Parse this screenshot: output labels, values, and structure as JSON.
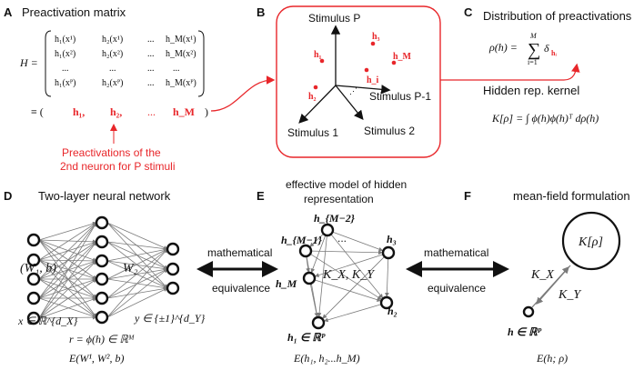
{
  "panels": {
    "A": {
      "letter": "A",
      "title": "Preactivation matrix",
      "H_eq": "H =",
      "row1": [
        "h₁(x¹)",
        "h₂(x¹)",
        "...",
        "h_M(x¹)"
      ],
      "row2": [
        "h₁(x²)",
        "h₂(x²)",
        "...",
        "h_M(x²)"
      ],
      "row3": [
        "...",
        "...",
        "...",
        "..."
      ],
      "row4": [
        "h₁(xᴾ)",
        "h₂(xᴾ)",
        "...",
        "h_M(xᴾ)"
      ],
      "equiv": "≡ (",
      "cols": [
        "h₁,",
        "h₂,",
        "...",
        "h_M"
      ],
      "close": ")",
      "note_line1": "Preactivations of the",
      "note_line2": "2nd neuron for P stimuli"
    },
    "B": {
      "letter": "B",
      "axis_P": "Stimulus P",
      "axis_P1": "Stimulus P-1",
      "axis_1": "Stimulus 1",
      "axis_2": "Stimulus 2",
      "points": [
        "h₁",
        "h₂",
        "h₃",
        "h_M",
        "h_i"
      ]
    },
    "C": {
      "letter": "C",
      "title": "Distribution of preactivations",
      "rho_lhs": "ρ(h) =",
      "rho_sum": "∑",
      "rho_top": "M",
      "rho_bottom": "i=1",
      "rho_delta": "δ",
      "rho_sub": "hᵢ",
      "kernel_title": "Hidden rep. kernel",
      "kernel_formula": "K[ρ] = ∫ ϕ(h)ϕ(h)ᵀ dρ(h)"
    },
    "D": {
      "letter": "D",
      "title": "Two-layer neural network",
      "W1b": "(W₁, b)",
      "W2": "W₂",
      "x_label": "x ∈ ℝ^{d_X}",
      "y_label": "y ∈ {±1}^{d_Y}",
      "r_label": "r = ϕ(h) ∈ ℝᴹ",
      "energy": "E(W¹, W², b)"
    },
    "E": {
      "letter": "E",
      "title_line1": "effective model of hidden",
      "title_line2": "representation",
      "nodes": [
        "h_{M−2}",
        "h_{M−1}",
        "h₃",
        "h_M",
        "h₂",
        "h₁ ∈ ℝᴾ"
      ],
      "dots": "...",
      "center": "K_X, K_Y",
      "energy": "E(h₁, h₂...h_M)"
    },
    "F": {
      "letter": "F",
      "title": "mean-field formulation",
      "Kp": "K[ρ]",
      "KX": "K_X",
      "KY": "K_Y",
      "h_label": "h ∈ ℝᴾ",
      "energy": "E(h; ρ)"
    }
  },
  "arrows": {
    "left_top": "mathematical",
    "left_bottom": "equivalence",
    "right_top": "mathematical",
    "right_bottom": "equivalence"
  },
  "colors": {
    "accent": "#e8262a",
    "edge": "#7a7a7a",
    "ink": "#111111"
  }
}
